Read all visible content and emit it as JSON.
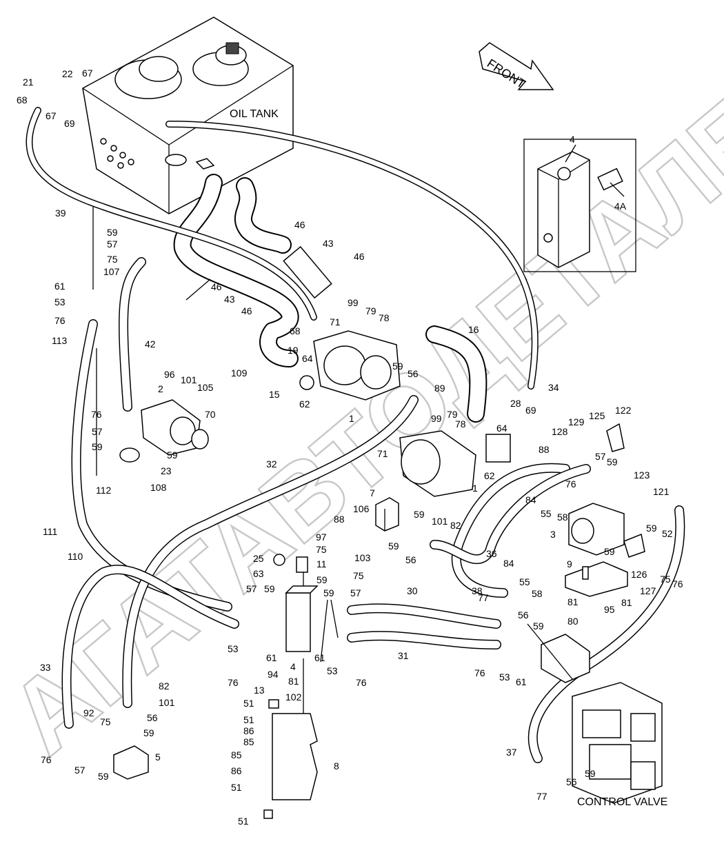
{
  "captions": {
    "oil_tank": "OIL TANK",
    "front": "FRONT",
    "control_valve": "CONTROL VALVE"
  },
  "watermark": "АГАТАВТОДЕТАЛЕЙ.RU",
  "callouts": [
    {
      "id": "c-22",
      "text": "22"
    },
    {
      "id": "c-67a",
      "text": "67"
    },
    {
      "id": "c-21",
      "text": "21"
    },
    {
      "id": "c-68a",
      "text": "68"
    },
    {
      "id": "c-67b",
      "text": "67"
    },
    {
      "id": "c-69a",
      "text": "69"
    },
    {
      "id": "c-39",
      "text": "39"
    },
    {
      "id": "c-59a",
      "text": "59"
    },
    {
      "id": "c-57a",
      "text": "57"
    },
    {
      "id": "c-75a",
      "text": "75"
    },
    {
      "id": "c-107",
      "text": "107"
    },
    {
      "id": "c-61a",
      "text": "61"
    },
    {
      "id": "c-53a",
      "text": "53"
    },
    {
      "id": "c-76a",
      "text": "76"
    },
    {
      "id": "c-113",
      "text": "113"
    },
    {
      "id": "c-42",
      "text": "42"
    },
    {
      "id": "c-46a",
      "text": "46"
    },
    {
      "id": "c-43a",
      "text": "43"
    },
    {
      "id": "c-46b",
      "text": "46"
    },
    {
      "id": "c-46c",
      "text": "46"
    },
    {
      "id": "c-43b",
      "text": "43"
    },
    {
      "id": "c-46d",
      "text": "46"
    },
    {
      "id": "c-99a",
      "text": "99"
    },
    {
      "id": "c-79a",
      "text": "79"
    },
    {
      "id": "c-78a",
      "text": "78"
    },
    {
      "id": "c-68b",
      "text": "68"
    },
    {
      "id": "c-71a",
      "text": "71"
    },
    {
      "id": "c-16",
      "text": "16"
    },
    {
      "id": "c-19",
      "text": "19"
    },
    {
      "id": "c-64a",
      "text": "64"
    },
    {
      "id": "c-109",
      "text": "109"
    },
    {
      "id": "c-59b",
      "text": "59"
    },
    {
      "id": "c-56a",
      "text": "56"
    },
    {
      "id": "c-89",
      "text": "89"
    },
    {
      "id": "c-34",
      "text": "34"
    },
    {
      "id": "c-15",
      "text": "15"
    },
    {
      "id": "c-62a",
      "text": "62"
    },
    {
      "id": "c-1a",
      "text": "1"
    },
    {
      "id": "c-28",
      "text": "28"
    },
    {
      "id": "c-69b",
      "text": "69"
    },
    {
      "id": "c-96",
      "text": "96"
    },
    {
      "id": "c-101a",
      "text": "101"
    },
    {
      "id": "c-105",
      "text": "105"
    },
    {
      "id": "c-2",
      "text": "2"
    },
    {
      "id": "c-70",
      "text": "70"
    },
    {
      "id": "c-76b",
      "text": "76"
    },
    {
      "id": "c-57b",
      "text": "57"
    },
    {
      "id": "c-59c",
      "text": "59"
    },
    {
      "id": "c-59d",
      "text": "59"
    },
    {
      "id": "c-23",
      "text": "23"
    },
    {
      "id": "c-108",
      "text": "108"
    },
    {
      "id": "c-99b",
      "text": "99"
    },
    {
      "id": "c-79b",
      "text": "79"
    },
    {
      "id": "c-78b",
      "text": "78"
    },
    {
      "id": "c-64b",
      "text": "64"
    },
    {
      "id": "c-128",
      "text": "128"
    },
    {
      "id": "c-129",
      "text": "129"
    },
    {
      "id": "c-125",
      "text": "125"
    },
    {
      "id": "c-122",
      "text": "122"
    },
    {
      "id": "c-88a",
      "text": "88"
    },
    {
      "id": "c-71b",
      "text": "71"
    },
    {
      "id": "c-62b",
      "text": "62"
    },
    {
      "id": "c-32",
      "text": "32"
    },
    {
      "id": "c-57c",
      "text": "57"
    },
    {
      "id": "c-59e",
      "text": "59"
    },
    {
      "id": "c-76c",
      "text": "76"
    },
    {
      "id": "c-123",
      "text": "123"
    },
    {
      "id": "c-121",
      "text": "121"
    },
    {
      "id": "c-1b",
      "text": "1"
    },
    {
      "id": "c-84a",
      "text": "84"
    },
    {
      "id": "c-55a",
      "text": "55"
    },
    {
      "id": "c-58a",
      "text": "58"
    },
    {
      "id": "c-112",
      "text": "112"
    },
    {
      "id": "c-7",
      "text": "7"
    },
    {
      "id": "c-106",
      "text": "106"
    },
    {
      "id": "c-59f",
      "text": "59"
    },
    {
      "id": "c-88b",
      "text": "88"
    },
    {
      "id": "c-101b",
      "text": "101"
    },
    {
      "id": "c-82a",
      "text": "82"
    },
    {
      "id": "c-3",
      "text": "3"
    },
    {
      "id": "c-59g",
      "text": "59"
    },
    {
      "id": "c-52",
      "text": "52"
    },
    {
      "id": "c-111",
      "text": "111"
    },
    {
      "id": "c-97",
      "text": "97"
    },
    {
      "id": "c-75b",
      "text": "75"
    },
    {
      "id": "c-59h",
      "text": "59"
    },
    {
      "id": "c-56b",
      "text": "56"
    },
    {
      "id": "c-36",
      "text": "36"
    },
    {
      "id": "c-59i",
      "text": "59"
    },
    {
      "id": "c-110",
      "text": "110"
    },
    {
      "id": "c-25",
      "text": "25"
    },
    {
      "id": "c-11",
      "text": "11"
    },
    {
      "id": "c-103",
      "text": "103"
    },
    {
      "id": "c-63",
      "text": "63"
    },
    {
      "id": "c-59j",
      "text": "59"
    },
    {
      "id": "c-75c",
      "text": "75"
    },
    {
      "id": "c-84b",
      "text": "84"
    },
    {
      "id": "c-9",
      "text": "9"
    },
    {
      "id": "c-126",
      "text": "126"
    },
    {
      "id": "c-75d",
      "text": "75"
    },
    {
      "id": "c-76d",
      "text": "76"
    },
    {
      "id": "c-127",
      "text": "127"
    },
    {
      "id": "c-55b",
      "text": "55"
    },
    {
      "id": "c-58b",
      "text": "58"
    },
    {
      "id": "c-38",
      "text": "38"
    },
    {
      "id": "c-57d",
      "text": "57"
    },
    {
      "id": "c-59k",
      "text": "59"
    },
    {
      "id": "c-59l",
      "text": "59"
    },
    {
      "id": "c-57e",
      "text": "57"
    },
    {
      "id": "c-30",
      "text": "30"
    },
    {
      "id": "c-77a",
      "text": "77"
    },
    {
      "id": "c-81a",
      "text": "81"
    },
    {
      "id": "c-95",
      "text": "95"
    },
    {
      "id": "c-81b",
      "text": "81"
    },
    {
      "id": "c-56c",
      "text": "56"
    },
    {
      "id": "c-80",
      "text": "80"
    },
    {
      "id": "c-59m",
      "text": "59"
    },
    {
      "id": "c-53b",
      "text": "53"
    },
    {
      "id": "c-61b",
      "text": "61"
    },
    {
      "id": "c-4a",
      "text": "4"
    },
    {
      "id": "c-61c",
      "text": "61"
    },
    {
      "id": "c-53c",
      "text": "53"
    },
    {
      "id": "c-31",
      "text": "31"
    },
    {
      "id": "c-33",
      "text": "33"
    },
    {
      "id": "c-76e",
      "text": "76"
    },
    {
      "id": "c-94",
      "text": "94"
    },
    {
      "id": "c-81c",
      "text": "81"
    },
    {
      "id": "c-76f",
      "text": "76"
    },
    {
      "id": "c-76g",
      "text": "76"
    },
    {
      "id": "c-53d",
      "text": "53"
    },
    {
      "id": "c-61d",
      "text": "61"
    },
    {
      "id": "c-82b",
      "text": "82"
    },
    {
      "id": "c-101c",
      "text": "101"
    },
    {
      "id": "c-13",
      "text": "13"
    },
    {
      "id": "c-102",
      "text": "102"
    },
    {
      "id": "c-51a",
      "text": "51"
    },
    {
      "id": "c-92",
      "text": "92"
    },
    {
      "id": "c-75e",
      "text": "75"
    },
    {
      "id": "c-56d",
      "text": "56"
    },
    {
      "id": "c-59n",
      "text": "59"
    },
    {
      "id": "c-51b",
      "text": "51"
    },
    {
      "id": "c-86a",
      "text": "86"
    },
    {
      "id": "c-85a",
      "text": "85"
    },
    {
      "id": "c-76h",
      "text": "76"
    },
    {
      "id": "c-5",
      "text": "5"
    },
    {
      "id": "c-57f",
      "text": "57"
    },
    {
      "id": "c-59o",
      "text": "59"
    },
    {
      "id": "c-85b",
      "text": "85"
    },
    {
      "id": "c-86b",
      "text": "86"
    },
    {
      "id": "c-51c",
      "text": "51"
    },
    {
      "id": "c-8",
      "text": "8"
    },
    {
      "id": "c-37",
      "text": "37"
    },
    {
      "id": "c-56e",
      "text": "56"
    },
    {
      "id": "c-59p",
      "text": "59"
    },
    {
      "id": "c-77b",
      "text": "77"
    },
    {
      "id": "c-51d",
      "text": "51"
    },
    {
      "id": "c-4b",
      "text": "4"
    },
    {
      "id": "c-4A",
      "text": "4A"
    }
  ]
}
